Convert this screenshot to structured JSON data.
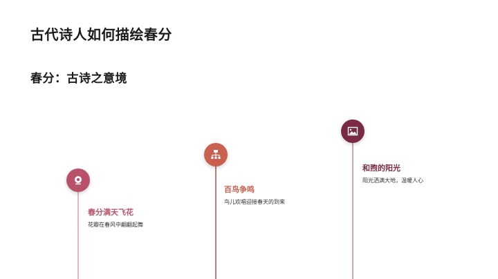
{
  "page": {
    "title": "古代诗人如何描绘春分",
    "subtitle": "春分：古诗之意境"
  },
  "timeline": {
    "items": [
      {
        "icon": "webcam-icon",
        "heading": "春分满天飞花",
        "description": "花瓣在春风中翩翩起舞",
        "color": "#b8526a",
        "line_color": "#dfb7c1"
      },
      {
        "icon": "sitemap-icon",
        "heading": "百鸟争鸣",
        "description": "鸟儿欢唱迎接春天的到来",
        "color": "#c9604f",
        "line_color": "#c07a76"
      },
      {
        "icon": "image-icon",
        "heading": "和煦的阳光",
        "description": "阳光洒满大地，温暖人心",
        "color": "#7a2a42",
        "line_color": "#c9a6b0"
      }
    ]
  }
}
